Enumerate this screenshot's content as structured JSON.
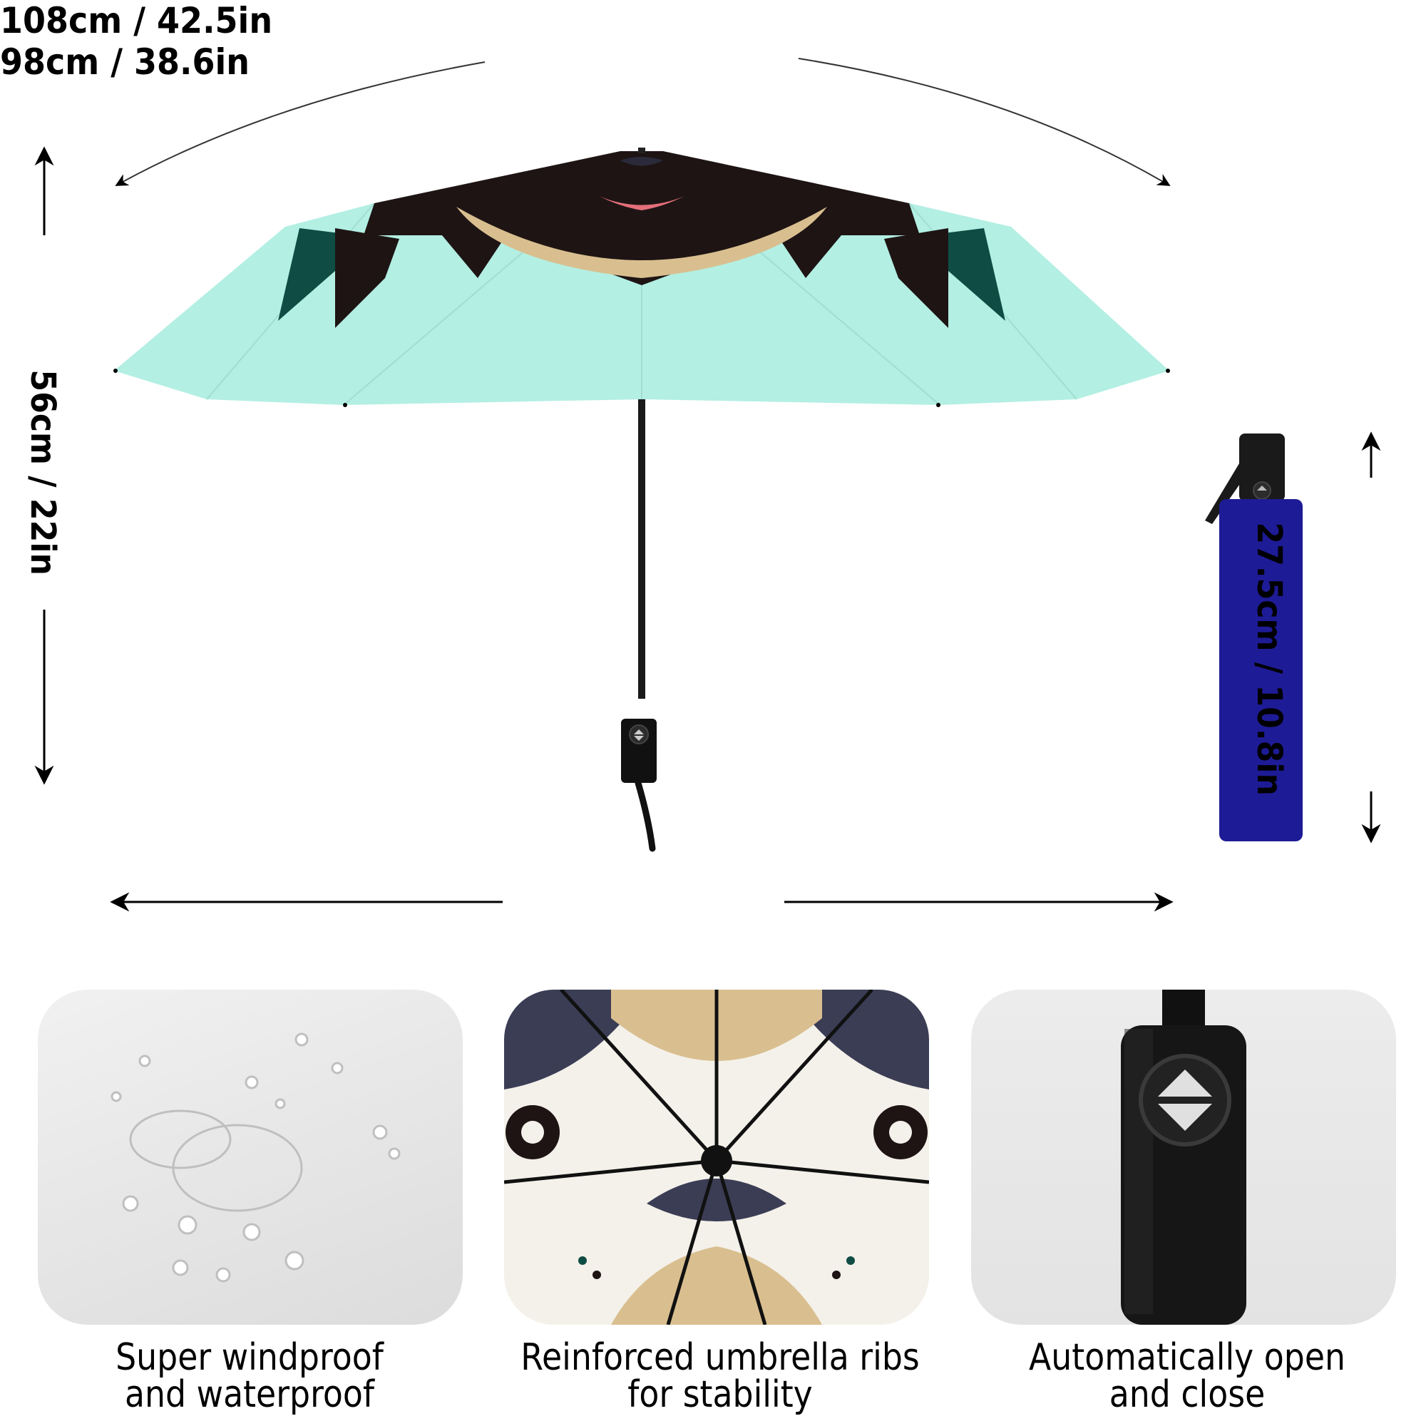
{
  "dimensions": {
    "open_arc_width": "108cm / 42.5in",
    "open_height": "56cm / 22in",
    "open_span_width": "98cm / 38.6in",
    "folded_length": "27.5cm / 10.8in"
  },
  "product": {
    "canopy_color": "#b3efe3",
    "folded_sleeve_color": "#1e1b96",
    "handle_color": "#111111",
    "print_colors": [
      "#1e1414",
      "#d9bf8f",
      "#e46f7a",
      "#0f4d44",
      "#ffffff"
    ]
  },
  "features": [
    {
      "icon": "water-drops-icon",
      "line1": "Super windproof",
      "line2": "and waterproof"
    },
    {
      "icon": "umbrella-ribs-icon",
      "line1": "Reinforced umbrella ribs",
      "line2": "for stability"
    },
    {
      "icon": "auto-button-handle-icon",
      "line1": "Automatically open",
      "line2": "and close"
    }
  ]
}
